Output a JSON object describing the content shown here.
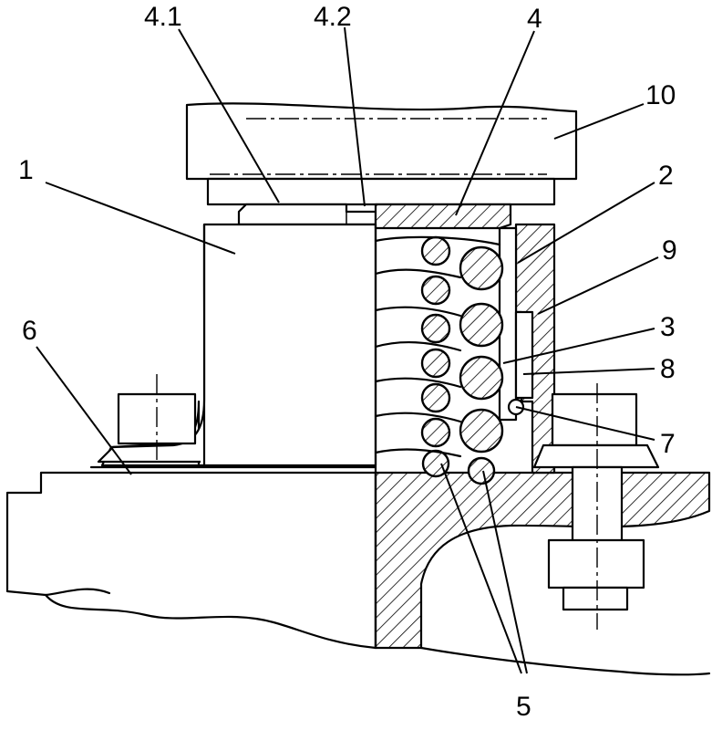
{
  "diagram": {
    "labels": {
      "l1": "1",
      "l2": "2",
      "l3": "3",
      "l4": "4",
      "l41": "4.1",
      "l42": "4.2",
      "l5": "5",
      "l6": "6",
      "l7": "7",
      "l8": "8",
      "l9": "9",
      "l10": "10"
    }
  }
}
